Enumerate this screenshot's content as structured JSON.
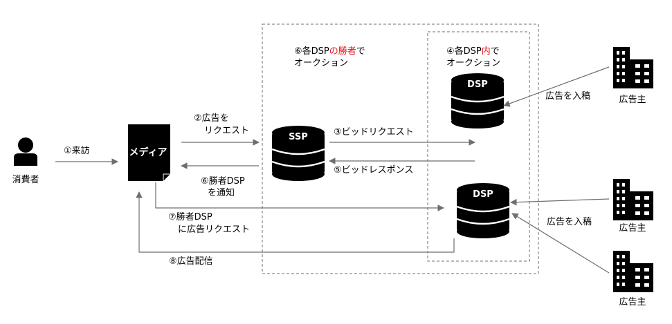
{
  "nodes": {
    "consumer": "消費者",
    "media": "メディア",
    "ssp": "SSP",
    "dsp_top": "DSP",
    "dsp_bottom": "DSP",
    "advertiser_1": "広告主",
    "advertiser_2": "広告主",
    "advertiser_3": "広告主"
  },
  "groups": {
    "ssp_group": {
      "line1_prefix": "⑥各DSP",
      "line1_highlight": "の勝者",
      "line1_suffix": "で",
      "line2": "オークション"
    },
    "dsp_group": {
      "line1_prefix": "④各DSP",
      "line1_highlight": "内",
      "line1_suffix": "で",
      "line2": "オークション"
    }
  },
  "steps": {
    "step1": "①来訪",
    "step2_line1": "②広告を",
    "step2_line2": "リクエスト",
    "step3": "③ビッドリクエスト",
    "step5": "⑤ビッドレスポンス",
    "step6_line1": "⑥勝者DSP",
    "step6_line2": "を通知",
    "step7_line1": "⑦勝者DSP",
    "step7_line2": "に広告リクエスト",
    "step8": "⑧広告配信",
    "submit_1": "広告を入稿",
    "submit_2": "広告を入稿"
  },
  "colors": {
    "highlight": "#e8141b",
    "node_fill": "#000000",
    "line": "#6e6e6e"
  }
}
